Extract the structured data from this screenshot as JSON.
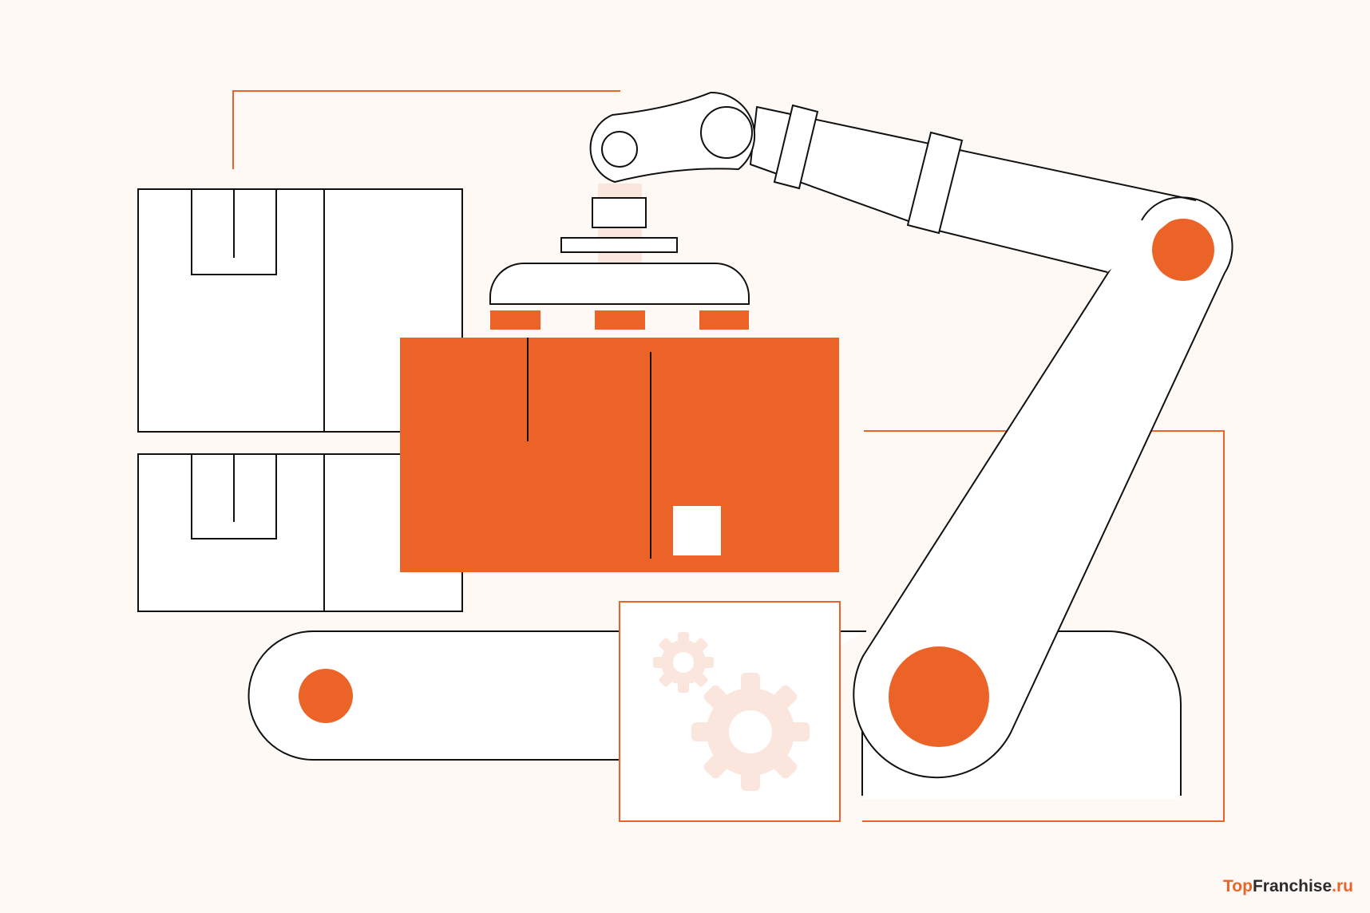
{
  "brand": {
    "part_top": "Top",
    "part_franchise": "Franchise",
    "part_domain": ".ru"
  },
  "colors": {
    "background": "#FFF9F5",
    "accent": "#EC6328",
    "accent_soft": "#FAE6DD",
    "line": "#111111",
    "fill": "#FFFFFF"
  },
  "icons": [
    "gear-icon",
    "gear-icon"
  ]
}
